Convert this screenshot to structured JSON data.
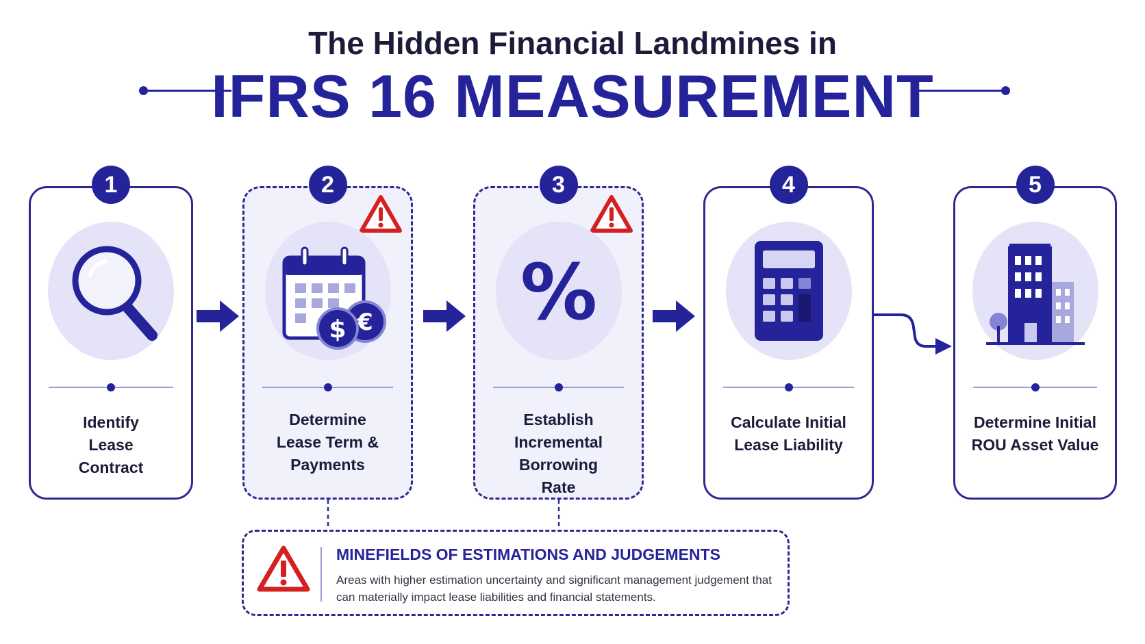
{
  "header": {
    "title_line1": "The Hidden Financial Landmines in",
    "title_line2": "IFRS 16 MEASUREMENT"
  },
  "steps": [
    {
      "number": "1",
      "icon": "magnifying-glass-icon",
      "label": "Identify Lease Contract",
      "highlighted": false
    },
    {
      "number": "2",
      "icon": "calendar-with-coins-icon",
      "label": "Determine Lease Term & Payments",
      "highlighted": true
    },
    {
      "number": "3",
      "icon": "percent-icon",
      "label": "Establish Incremental Borrowing Rate",
      "highlighted": true
    },
    {
      "number": "4",
      "icon": "calculator-icon",
      "label": "Calculate Initial Lease Liability",
      "highlighted": false
    },
    {
      "number": "5",
      "icon": "office-building-icon",
      "label": "Determine Initial ROU Asset Value",
      "highlighted": false
    }
  ],
  "callout": {
    "icon": "warning-triangle-icon",
    "title": "MINEFIELDS OF ESTIMATIONS AND JUDGEMENTS",
    "description": "Areas with higher estimation uncertainty and significant management judgement that can materially impact lease liabilities and financial statements."
  },
  "colors": {
    "primary": "#25239a",
    "warning": "#d42020",
    "icon_background": "#e4e3f7",
    "highlight_card_background": "#f1f1fc"
  }
}
